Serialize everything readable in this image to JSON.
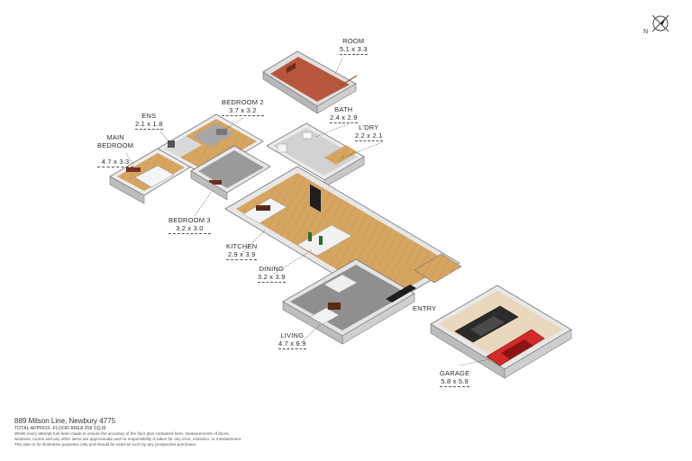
{
  "rooms": [
    {
      "id": "room",
      "name": "ROOM",
      "dims": "5.1 x 3.3"
    },
    {
      "id": "bedroom2",
      "name": "BEDROOM 2",
      "dims": "3.7 x 3.2"
    },
    {
      "id": "ens",
      "name": "ENS",
      "dims": "2.1 x 1.8"
    },
    {
      "id": "mainbed",
      "name": "MAIN\nBEDROOM",
      "dims": "4.7 x 3.3"
    },
    {
      "id": "bath",
      "name": "BATH",
      "dims": "2.4 x 2.9"
    },
    {
      "id": "ldry",
      "name": "L'DRY",
      "dims": "2.2 x 2.1"
    },
    {
      "id": "bedroom3",
      "name": "BEDROOM 3",
      "dims": "3.2 x 3.0"
    },
    {
      "id": "kitchen",
      "name": "KITCHEN",
      "dims": "2.9 x 3.9"
    },
    {
      "id": "dining",
      "name": "DINING",
      "dims": "3.2 x 3.9"
    },
    {
      "id": "living",
      "name": "LIVING",
      "dims": "4.7 x 6.9"
    },
    {
      "id": "garage",
      "name": "GARAGE",
      "dims": "5.8 x 5.9"
    }
  ],
  "entry_label": "ENTRY",
  "compass": {
    "letter": "N"
  },
  "footer": {
    "address": "889 Milson Line, Newbury 4775",
    "total_area": "TOTAL APPROX. FLOOR AREA 208 SQ.M",
    "disclaimer": "Whilst every attempt has been made to ensure the accuracy of the floor plan contained here, measurements of doors,\nwindows, rooms and any other items are approximate and no responsibility is taken for any error, omission, or misstatement.\nThis plan is for illustrative purposes only and should be used as such by any prospective purchaser."
  },
  "colors": {
    "wall_top": "#f2f2f2",
    "wall_side": "#9a9a9a",
    "wood": "#d4a25f",
    "carpet_grey": "#8d8d8d",
    "tile_red": "#b5533b",
    "garage_floor": "#e8d5b8",
    "car_red": "#d42a2a",
    "car_black": "#2b2b2b"
  }
}
